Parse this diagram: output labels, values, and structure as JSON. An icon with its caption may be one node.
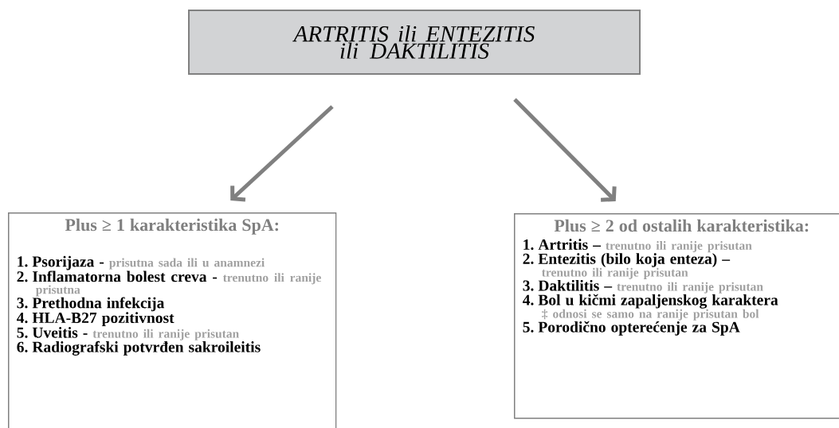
{
  "diagram": {
    "nodes": [
      {
        "text": [
          "ARTRITIS ili ENTEZITIS ili DAKTILITIS"
        ]
      },
      {
        "text": [
          "Plus ≥ 1 karakteristika SpA:",
          "1. Psorijaza -",
          "prisutna sada ili u anamnezi",
          "2. Inflamatorna bolest creva -",
          "trenutno ili ranije prisutna",
          "3. Prethodna infekcija",
          "4. HLA-B27 pozitivnost",
          "5. Uveitis -",
          "trenutno ili ranije prisutan",
          "6. Radiografski potvrđen sakroileitis"
        ]
      },
      {
        "text": [
          "Plus ≥ 2 od ostalih karakteristika:",
          "1. Artritis –",
          "trenutno ili ranije prisutan",
          "2. Entezitis (bilo koja enteza) –",
          "trenutno ili ranije prisutan",
          "3. Daktilitis –",
          "trenutno ili ranije prisutan",
          "4. Bol u kičmi zapaljenskog karaktera",
          "‡ odnosi se samo na ranije prisutan bol",
          "5. Porodično opterećenje za SpA"
        ]
      }
    ],
    "edges": [
      {
        "from": 0,
        "to": 1,
        "arrow": "to"
      },
      {
        "from": 0,
        "to": 2,
        "arrow": "to"
      }
    ]
  }
}
